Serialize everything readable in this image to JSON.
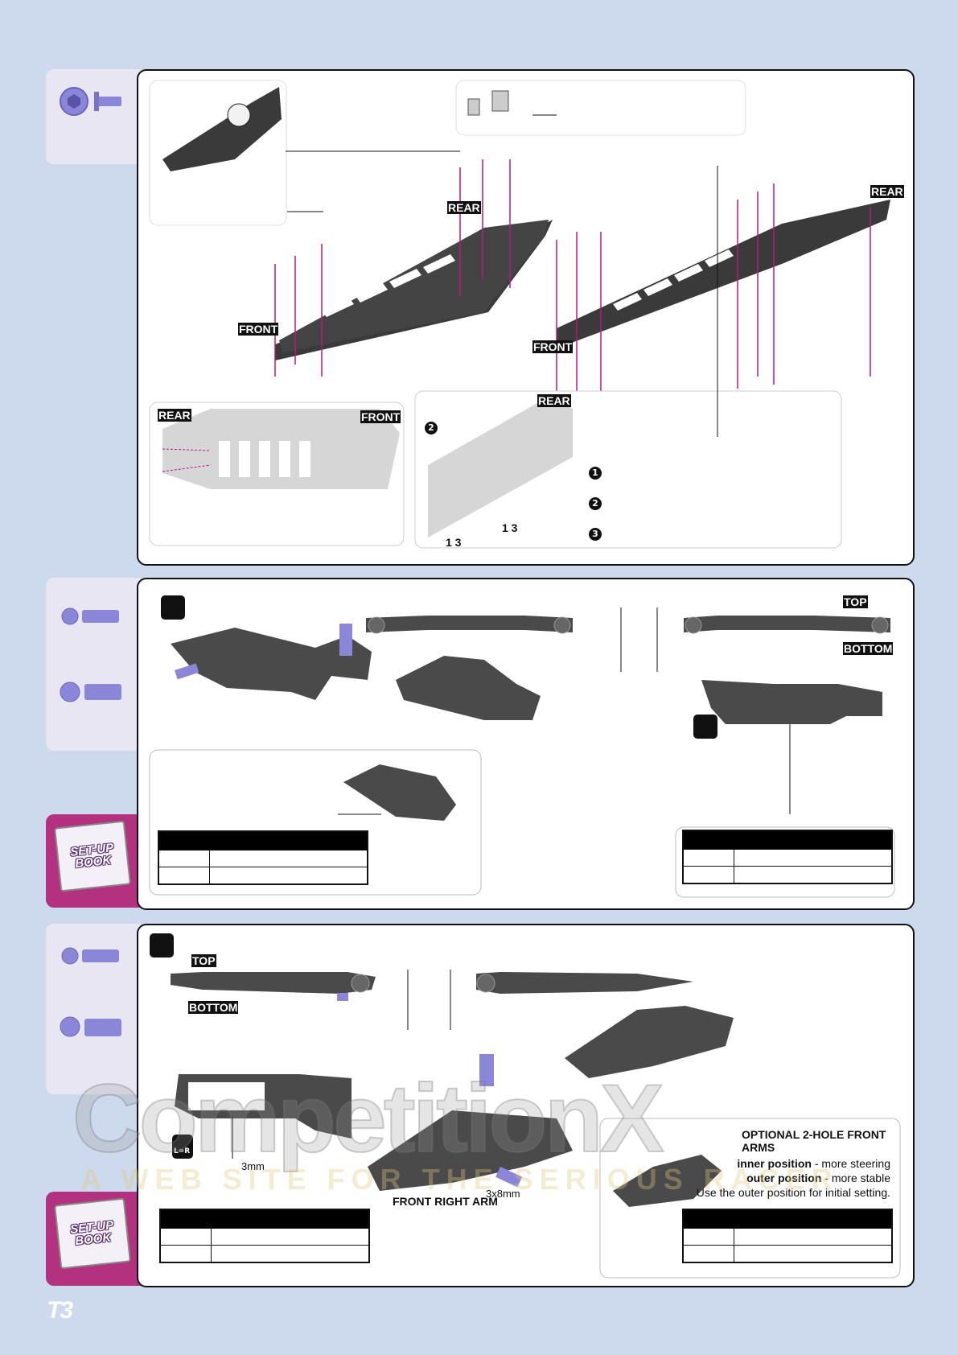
{
  "labels": {
    "rear": "REAR",
    "front": "FRONT",
    "top": "TOP",
    "bottom": "BOTTOM"
  },
  "step_numbers": [
    "1",
    "2",
    "3"
  ],
  "callout_codes": [
    "1 3",
    "1 3"
  ],
  "setup_book": "SET-UP BOOK",
  "section3": {
    "dimension_3mm": "3mm",
    "dimension_3x8mm": "3x8mm",
    "front_right_arm": "FRONT RIGHT ARM",
    "badge_lr": "L=R",
    "optional": {
      "title": "OPTIONAL 2-HOLE FRONT ARMS",
      "inner_bold": "inner position",
      "inner_rest": " - more steering",
      "outer_bold": "outer position",
      "outer_rest": " - more stable",
      "note": "Use the outer position for initial setting."
    }
  },
  "watermark": {
    "main": "CompetitionX",
    "sub": "A WEB SITE FOR THE SERIOUS RACER"
  },
  "footer_logo": "T3",
  "colors": {
    "page_bg": "#cdd9ed",
    "tab_bg": "#e9e6f3",
    "setup_tab": "#b2327f",
    "accent_magenta": "#c0157f",
    "part_purple": "#8c86d8",
    "chassis_dark": "#3a3a3a"
  }
}
